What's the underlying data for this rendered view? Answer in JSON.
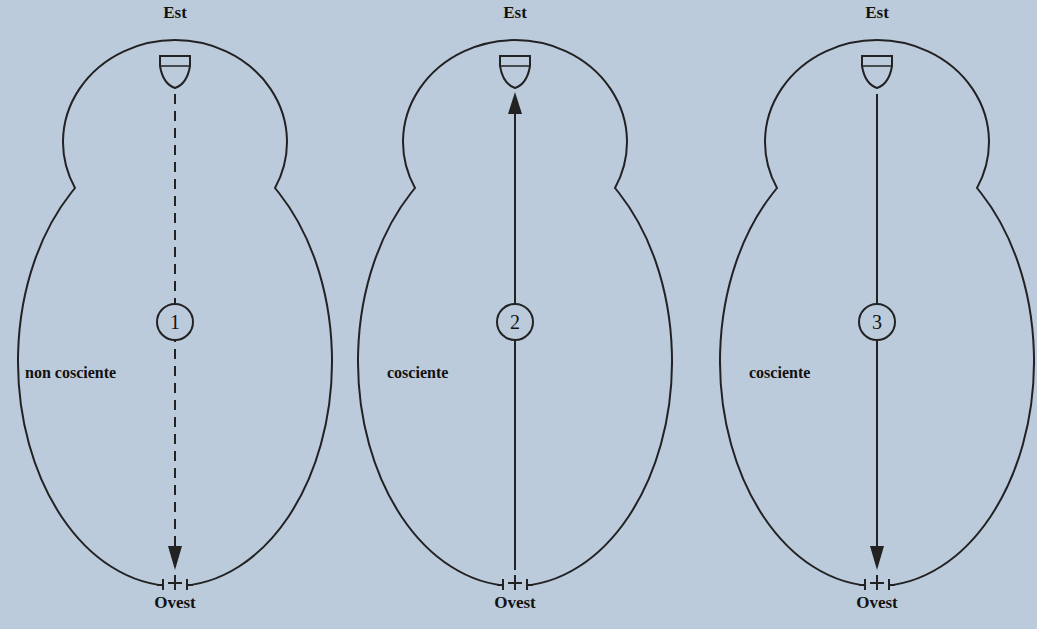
{
  "diagram": {
    "nodes": [
      {
        "text": [
          "non cosciente"
        ]
      },
      {
        "text": [
          "1"
        ],
        "in": 0
      },
      {
        "text": [
          "cosciente"
        ]
      },
      {
        "text": [
          "2"
        ],
        "in": 2
      },
      {
        "text": [
          "cosciente"
        ]
      },
      {
        "text": [
          "3"
        ],
        "in": 4
      }
    ],
    "labels": [
      "Est",
      "Est",
      "Est",
      "Ovest",
      "Ovest",
      "Ovest"
    ]
  }
}
